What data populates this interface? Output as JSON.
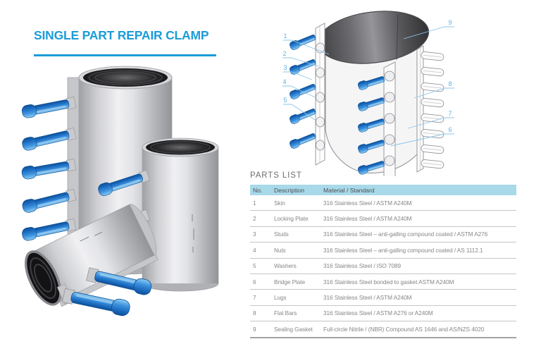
{
  "title": "SINGLE PART REPAIR CLAMP",
  "colors": {
    "accent_blue": "#1b9cd8",
    "callout_blue": "#8cc6e9",
    "table_header_bg": "#a8d9e9",
    "bolt_blue": "#2e86d6"
  },
  "diagram": {
    "callouts_left": [
      "1",
      "2",
      "3",
      "4",
      "5"
    ],
    "callouts_right": [
      "9",
      "8",
      "7",
      "6"
    ]
  },
  "parts_list": {
    "heading": "PARTS LIST",
    "columns": {
      "no": "No.",
      "description": "Description",
      "material": "Material / Standard"
    },
    "rows": [
      {
        "no": "1",
        "description": "Skin",
        "material": "316 Stainless Steel / ASTM A240M"
      },
      {
        "no": "2",
        "description": "Locking Plate",
        "material": "316 Stainless Steel / ASTM A240M"
      },
      {
        "no": "3",
        "description": "Studs",
        "material": "316 Stainless Steel – anti-galling compound coated / ASTM A276"
      },
      {
        "no": "4",
        "description": "Nuts",
        "material": "316 Stainless Steel – anti-galling compound coated / AS 1112.1"
      },
      {
        "no": "5",
        "description": "Washers",
        "material": "316 Stainless Steel / ISO 7089"
      },
      {
        "no": "6",
        "description": "Bridge Plate",
        "material": "316 Stainless Steel bonded to gasket ASTM A240M"
      },
      {
        "no": "7",
        "description": "Lugs",
        "material": "316 Stainless Steel / ASTM A240M"
      },
      {
        "no": "8",
        "description": "Flat Bars",
        "material": "316 Stainless Steel / ASTM A276 or A240M"
      },
      {
        "no": "9",
        "description": "Sealing Gasket",
        "material": "Full-circle Nitrile / (NBR) Compound AS 1646 and AS/NZS 4020"
      }
    ]
  }
}
